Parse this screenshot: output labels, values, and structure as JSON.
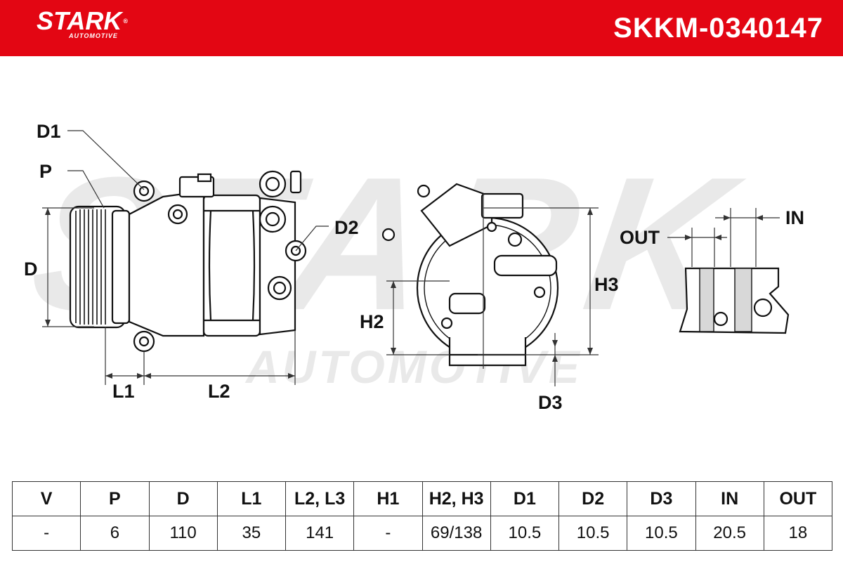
{
  "header": {
    "brand": "STARK",
    "brand_sub": "AUTOMOTIVE",
    "part_number": "SKKM-0340147",
    "background_color": "#e30613"
  },
  "watermark": {
    "main": "STARK",
    "sub": "AUTOMOTIVE"
  },
  "diagram_labels": {
    "d1": "D1",
    "p": "P",
    "d": "D",
    "d2": "D2",
    "l1": "L1",
    "l2": "L2",
    "h2": "H2",
    "h3": "H3",
    "d3": "D3",
    "out": "OUT",
    "in": "IN"
  },
  "spec_table": {
    "headers": [
      "V",
      "P",
      "D",
      "L1",
      "L2, L3",
      "H1",
      "H2, H3",
      "D1",
      "D2",
      "D3",
      "IN",
      "OUT"
    ],
    "values": [
      "-",
      "6",
      "110",
      "35",
      "141",
      "-",
      "69/138",
      "10.5",
      "10.5",
      "10.5",
      "20.5",
      "18"
    ]
  }
}
